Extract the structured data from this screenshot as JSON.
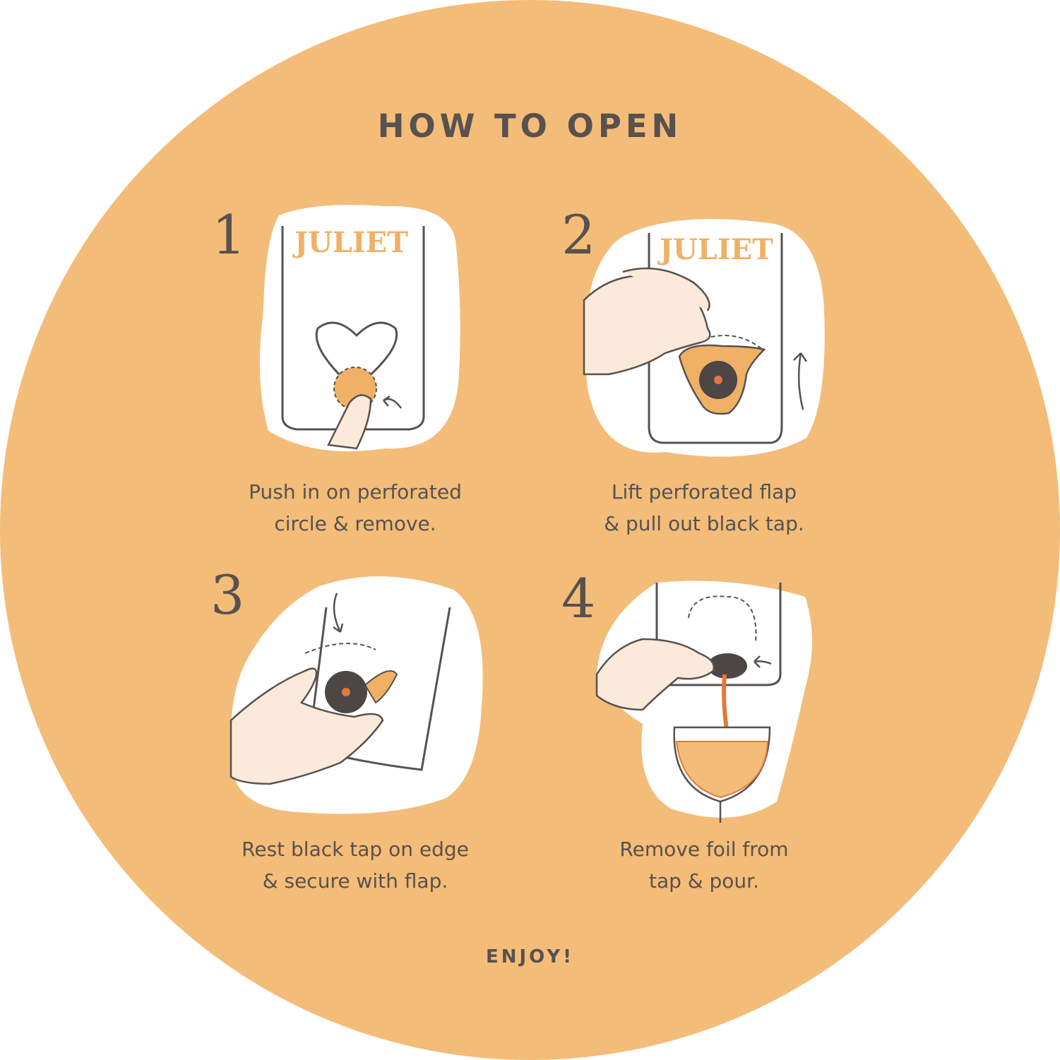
{
  "title": "HOW TO OPEN",
  "steps": [
    {
      "number": "1",
      "line1": "Push in on perforated",
      "line2": "circle & remove."
    },
    {
      "number": "2",
      "line1": "Lift perforated flap",
      "line2": "& pull out black tap."
    },
    {
      "number": "3",
      "line1": "Rest black tap on edge",
      "line2": "& secure with flap."
    },
    {
      "number": "4",
      "line1": "Remove foil from",
      "line2": "tap & pour."
    }
  ],
  "brand_logo": "JULIET",
  "footer": "ENJOY!",
  "colors": {
    "background": "#F3BC78",
    "ink": "#58514E",
    "panel": "#FFFFFF",
    "skin": "#FBE9DA",
    "accent": "#F0B066",
    "wine": "#E07A3C",
    "tap": "#4C4645"
  }
}
